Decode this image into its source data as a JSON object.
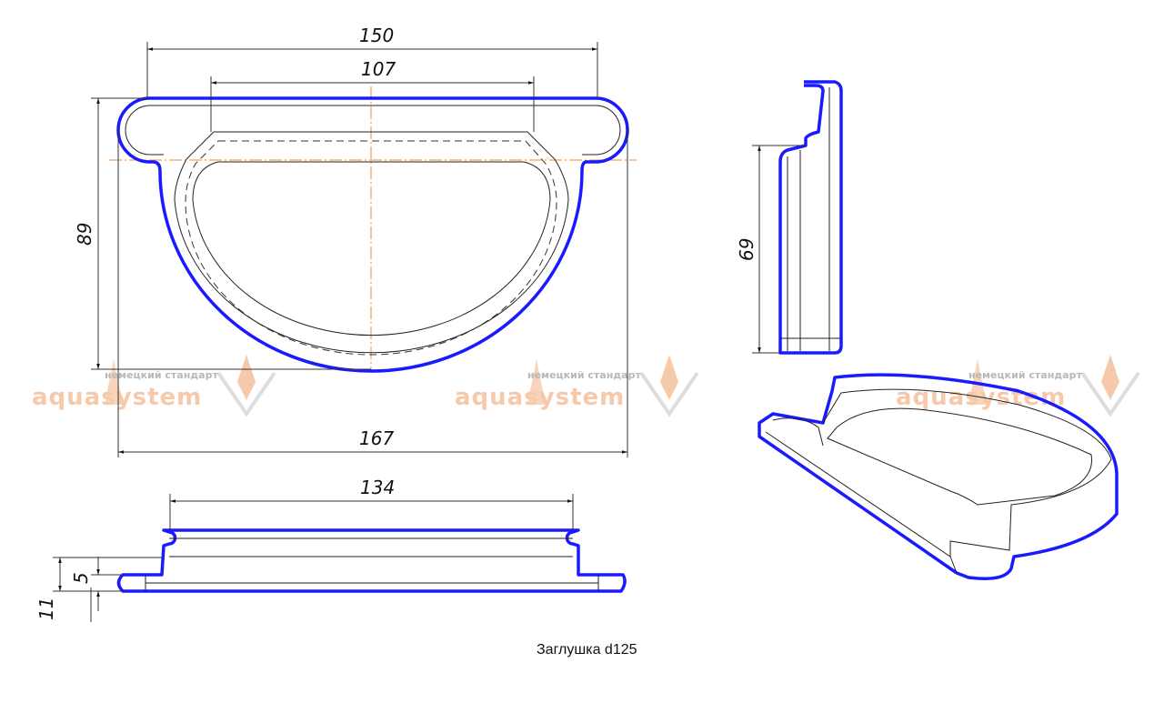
{
  "caption": "Заглушка d125",
  "dimensions": {
    "front_width_outer": "150",
    "front_width_inner": "107",
    "front_height": "89",
    "front_total_width": "167",
    "bottom_width": "134",
    "bottom_flange_height": "5",
    "bottom_total_height": "11",
    "side_height": "69"
  },
  "watermark": {
    "brand": "aquasystem",
    "tagline": "немецкий стандарт"
  },
  "colors": {
    "outline": "#1a1aff",
    "axis": "#f08a30",
    "watermark": "#f6c9aa"
  }
}
